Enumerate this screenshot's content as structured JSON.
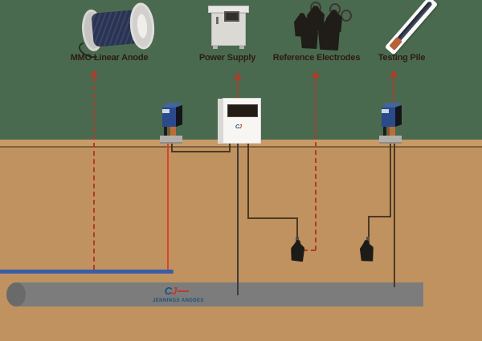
{
  "labels": {
    "mmo_linear_anode": "MMO Linear Anode",
    "power_supply": "Power Supply",
    "reference_electrodes": "Reference Electrodes",
    "testing_pile": "Testing Pile"
  },
  "pipeline_logo": {
    "monogram_c": "C",
    "monogram_j": "J",
    "company": "JENNINGS ANODES"
  },
  "theme": {
    "sky_green": "#4a6a4f",
    "soil_brown": "#c0925f",
    "soil_band": "#c89a66",
    "soil_stripe": "#7f6141",
    "pipe_gray": "#7c7c7c",
    "pipe_cap": "#6a6a6a",
    "anode_blue": "#3a5da8",
    "arrow_red": "#b23a28",
    "wire_red": "#d6442c",
    "wire_brown": "#4a3a24",
    "wire_dark": "#3c3c3c",
    "box_blue": "#2a4a8c",
    "label_dark": "#2d1c13",
    "logo_blue": "#1d4e7e",
    "logo_red": "#c0392b"
  }
}
